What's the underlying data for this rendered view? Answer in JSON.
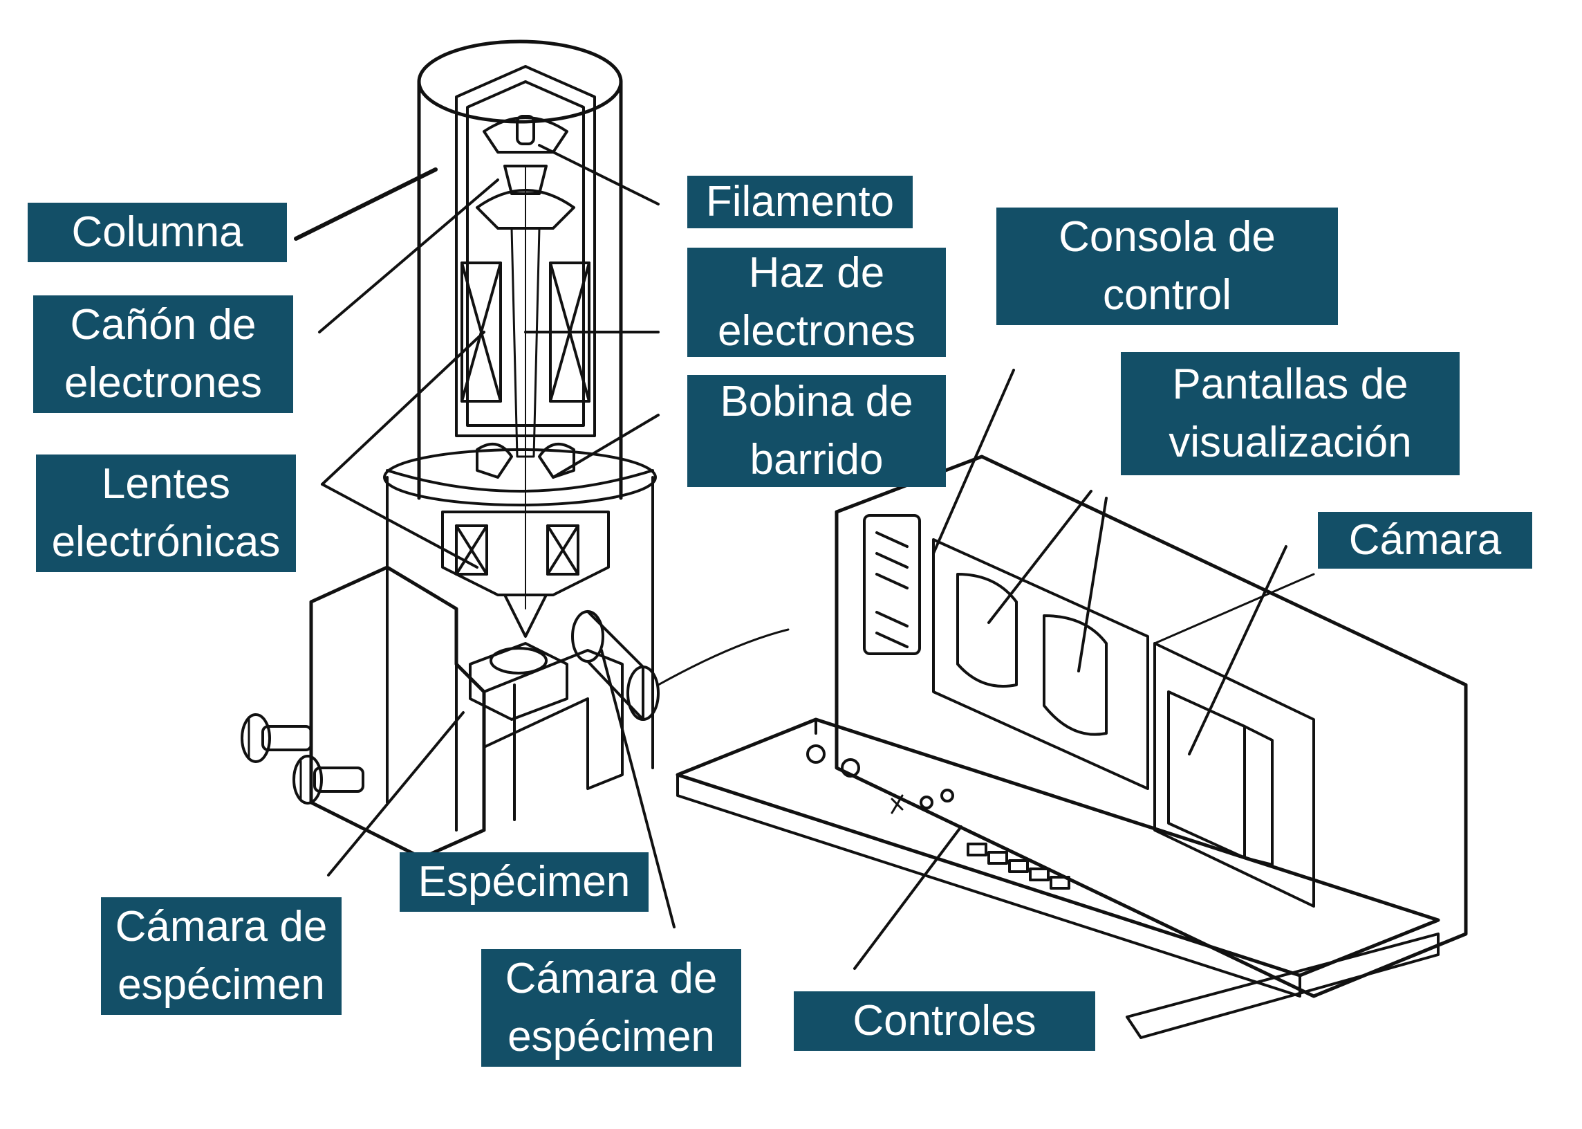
{
  "colors": {
    "label_background": "#134f67",
    "label_text": "#ffffff",
    "line_art": "#111111"
  },
  "labels": {
    "columna": "Columna",
    "canon": "Cañón de\nelectrones",
    "lentes": "Lentes\nelectrónicas",
    "filamento": "Filamento",
    "haz": "Haz de\nelectrones",
    "bobina": "Bobina de\nbarrido",
    "consola": "Consola de\ncontrol",
    "pantallas": "Pantallas de\nvisualización",
    "camara": "Cámara",
    "especimen": "Espécimen",
    "camara_especimen_left": "Cámara de\nespécimen",
    "camara_especimen_center": "Cámara de\nespécimen",
    "controles": "Controles"
  }
}
